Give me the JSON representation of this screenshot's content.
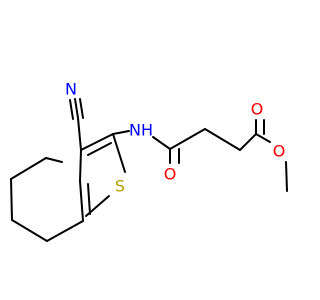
{
  "molecule": {
    "atom_labels": {
      "nitrile_n": "N",
      "amide_nh": "NH",
      "thiophene_s": "S",
      "amide_o": "O",
      "ester_carbonyl_o": "O",
      "ester_ether_o": "O"
    },
    "colors": {
      "bond": "#000000",
      "nitrogen": "#0000ff",
      "sulfur": "#b8a000",
      "oxygen": "#ff0000"
    }
  }
}
